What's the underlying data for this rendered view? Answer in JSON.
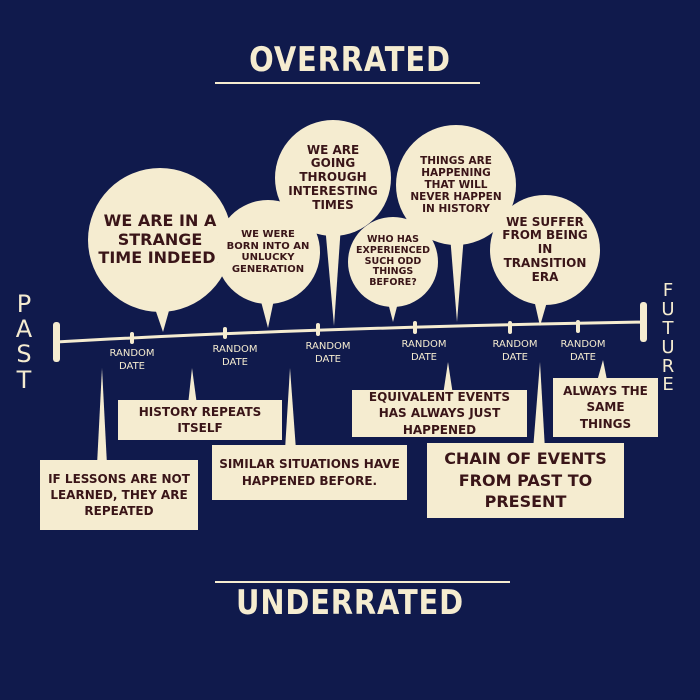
{
  "title_top": "OVERRATED",
  "title_bottom": "UNDERRATED",
  "past": "PAST",
  "future": "FUTURE",
  "bubbles": [
    "WE ARE IN A STRANGE TIME INDEED.",
    "WE WERE BORN INTO AN UNLUCKY GENERATION",
    "WE ARE GOING THROUGH INTERESTING TIMES",
    "WHO HAS EXPERIENCED SUCH ODD THINGS BEFORE?",
    "THINGS ARE HAPPENING THAT WILL NEVER HAPPEN IN HISTORY",
    "WE SUFFER FROM BEING IN TRANSITION ERA"
  ],
  "dates": [
    "RANDOM DATE",
    "RANDOM DATE",
    "RANDOM DATE",
    "RANDOM DATE",
    "RANDOM DATE",
    "RANDOM DATE"
  ],
  "boxes": [
    "IF LESSONS ARE NOT LEARNED, THEY ARE REPEATED",
    "HISTORY REPEATS ITSELF",
    "SIMILAR SITUATIONS HAVE HAPPENED BEFORE.",
    "EQUIVALENT EVENTS HAS ALWAYS JUST HAPPENED",
    "CHAIN OF EVENTS FROM PAST TO PRESENT",
    "ALWAYS THE SAME THINGS"
  ]
}
